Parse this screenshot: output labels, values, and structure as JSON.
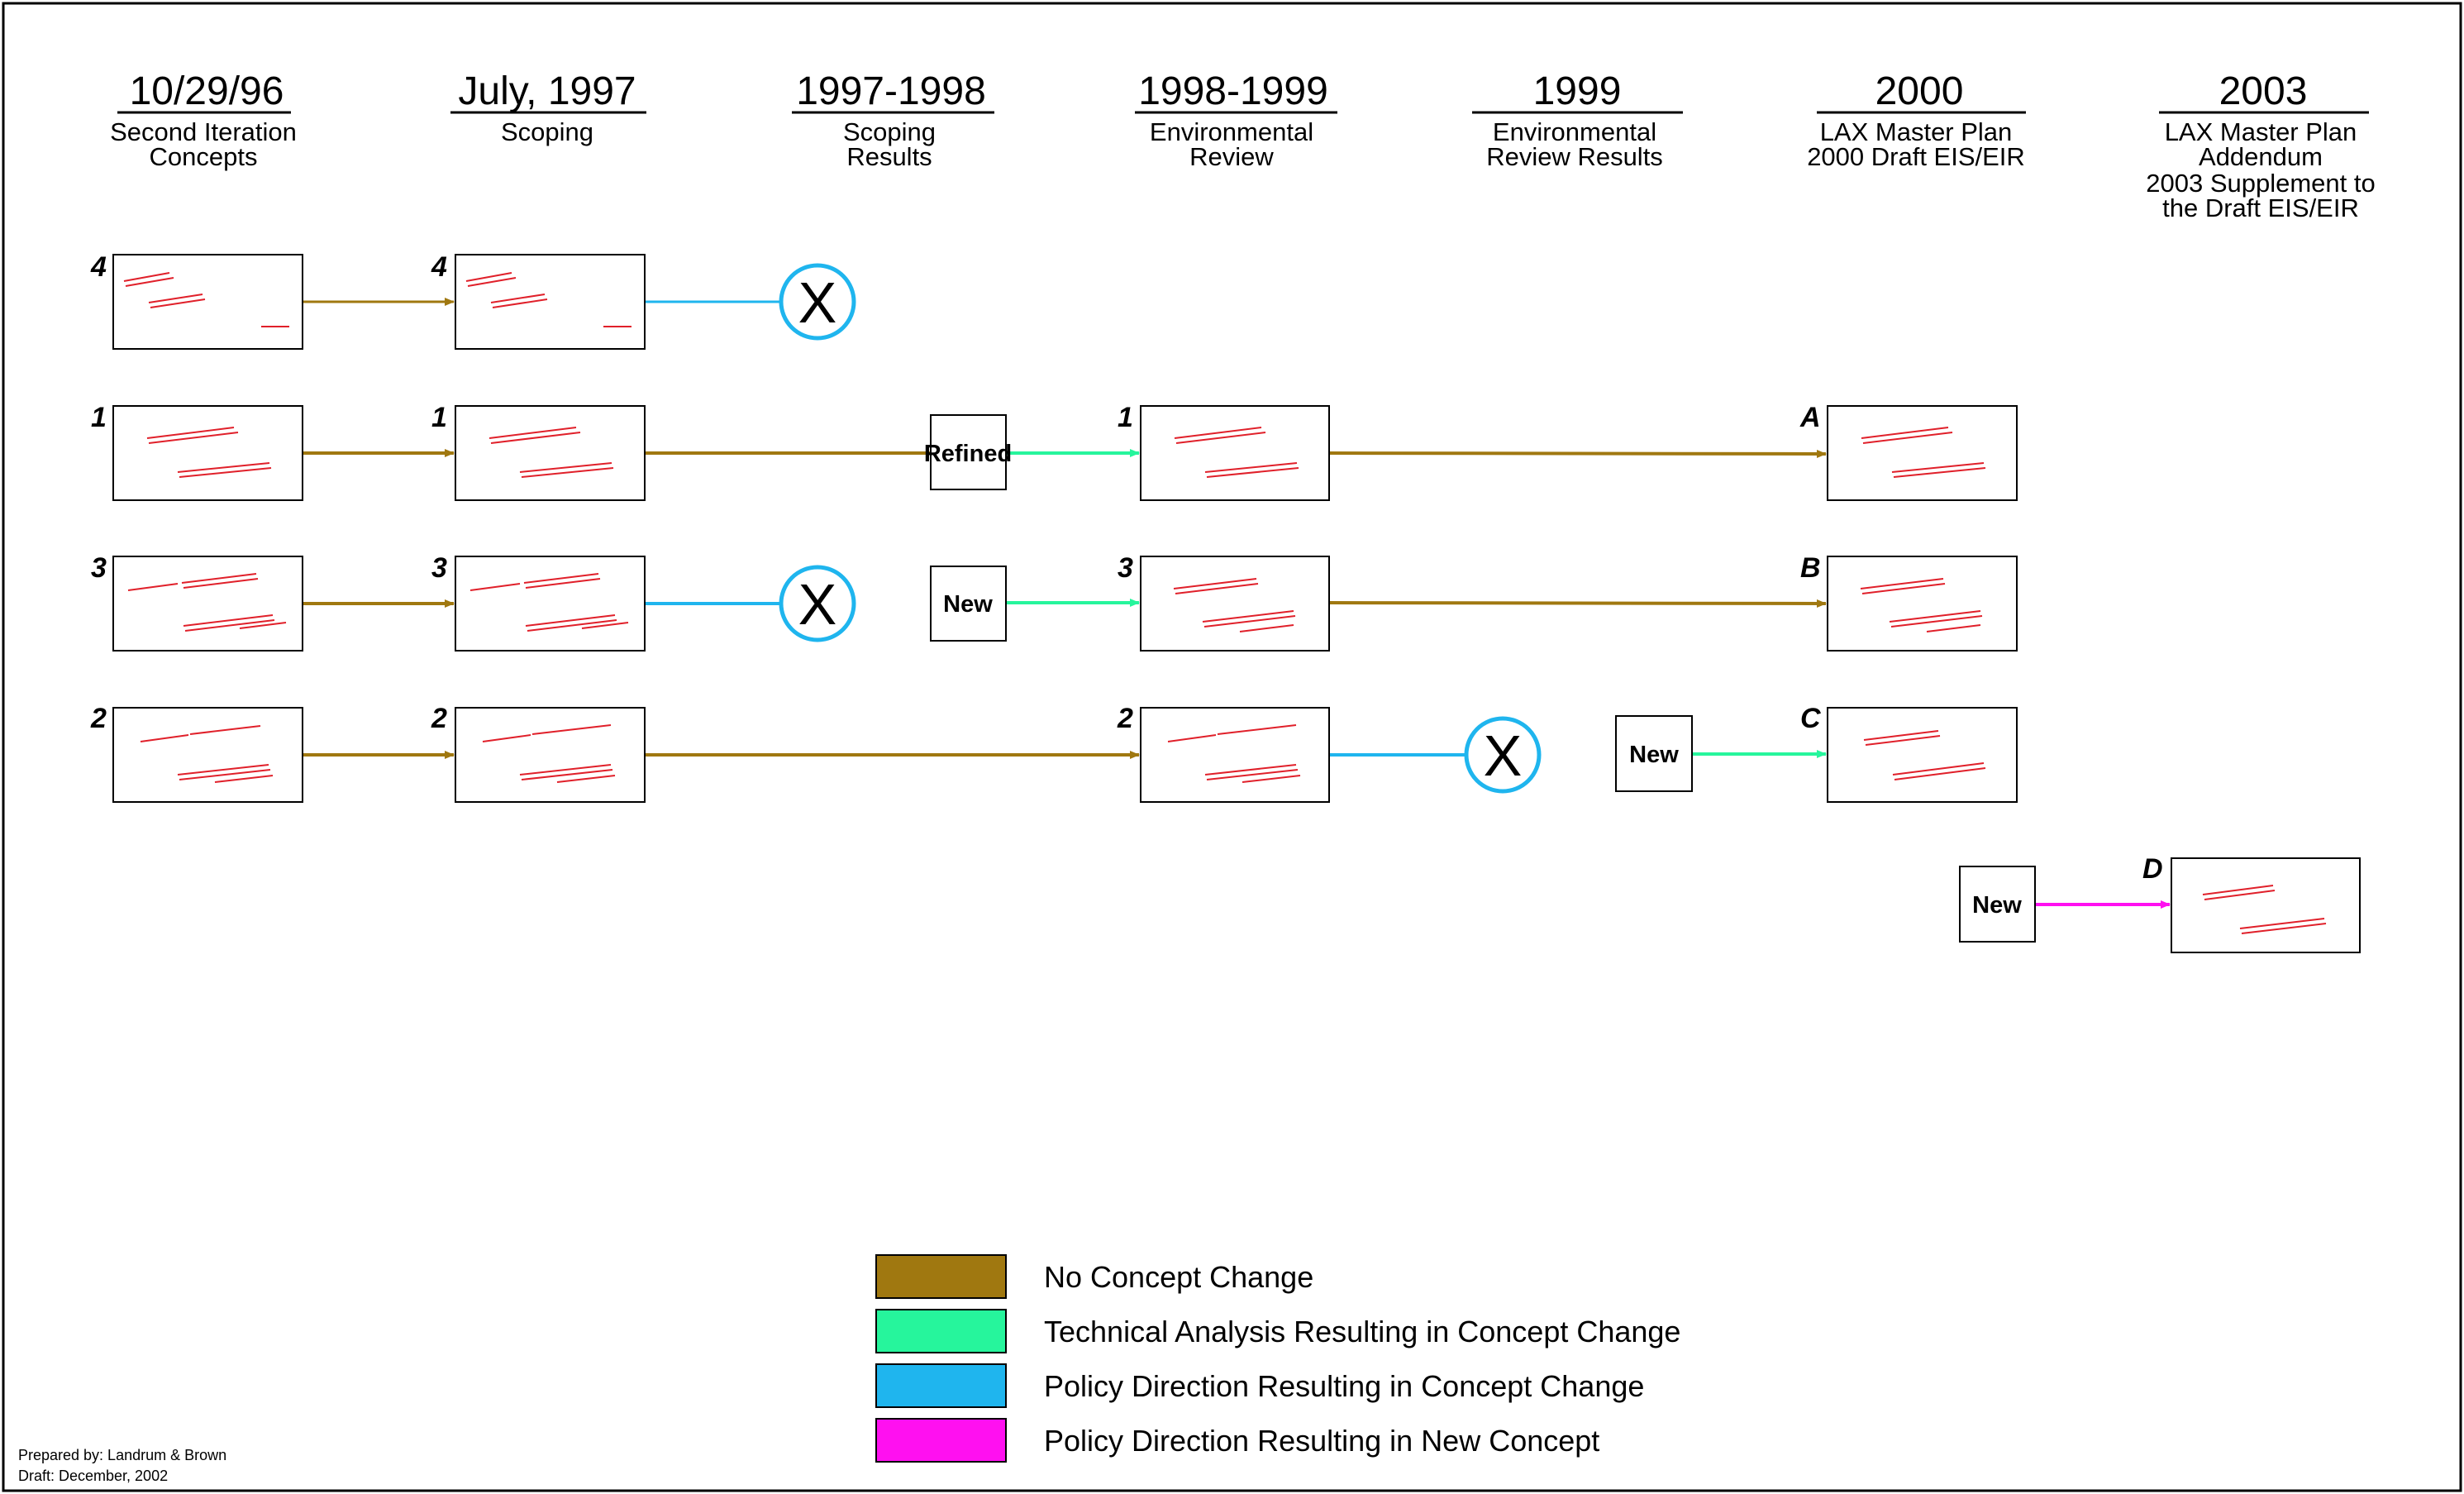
{
  "headers": [
    {
      "date": "10/29/96",
      "sub": [
        "Second Iteration",
        "Concepts"
      ]
    },
    {
      "date": "July, 1997",
      "sub": [
        "Scoping"
      ]
    },
    {
      "date": "1997-1998",
      "sub": [
        "Scoping",
        "Results"
      ]
    },
    {
      "date": "1998-1999",
      "sub": [
        "Environmental",
        "Review"
      ]
    },
    {
      "date": "1999",
      "sub": [
        "Environmental",
        "Review Results"
      ]
    },
    {
      "date": "2000",
      "sub": [
        "LAX Master Plan",
        "2000 Draft EIS/EIR"
      ]
    },
    {
      "date": "2003",
      "sub": [
        "LAX Master Plan",
        "Addendum",
        "2003 Supplement to",
        "the Draft EIS/EIR"
      ]
    }
  ],
  "node_labels": {
    "refined": "Refined",
    "new": "New",
    "eliminated": "X"
  },
  "concept_labels": [
    "4",
    "1",
    "3",
    "2",
    "A",
    "B",
    "C",
    "D"
  ],
  "legend": [
    {
      "label": "No Concept Change",
      "color": "#a07810"
    },
    {
      "label": "Technical Analysis Resulting in Concept Change",
      "color": "#26f59c"
    },
    {
      "label": "Policy Direction Resulting in Concept Change",
      "color": "#1fb5ee"
    },
    {
      "label": "Policy Direction Resulting in New Concept",
      "color": "#ff10f0"
    }
  ],
  "footer": [
    "Prepared by: Landrum & Brown",
    "Draft: December, 2002"
  ]
}
